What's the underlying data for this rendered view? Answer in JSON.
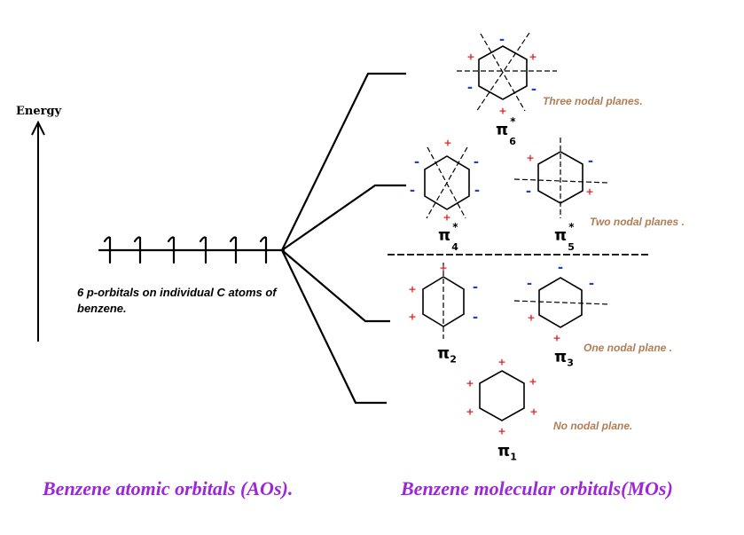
{
  "axis": {
    "energy_label": "Energy"
  },
  "atomic_orbitals": {
    "description": "6 p-orbitals on individual C atoms of benzene.",
    "count": 6
  },
  "molecular_orbitals": [
    {
      "id": "pi1",
      "symbol": "π",
      "subscript": "1",
      "star": false,
      "plus_count": 6,
      "minus_count": 0
    },
    {
      "id": "pi2",
      "symbol": "π",
      "subscript": "2",
      "star": false,
      "plus_count": 3,
      "minus_count": 2
    },
    {
      "id": "pi3",
      "symbol": "π",
      "subscript": "3",
      "star": false,
      "plus_count": 2,
      "minus_count": 3
    },
    {
      "id": "pi4",
      "symbol": "π",
      "subscript": "4",
      "star": true,
      "plus_count": 2,
      "minus_count": 4
    },
    {
      "id": "pi5",
      "symbol": "π",
      "subscript": "5",
      "star": true,
      "plus_count": 2,
      "minus_count": 2
    },
    {
      "id": "pi6",
      "symbol": "π",
      "subscript": "6",
      "star": true,
      "plus_count": 3,
      "minus_count": 3
    }
  ],
  "nodal_notes": {
    "zero": "No nodal plane.",
    "one": "One nodal plane .",
    "two": "Two nodal planes .",
    "three": "Three nodal planes."
  },
  "captions": {
    "left": "Benzene atomic orbitals (AOs).",
    "right": "Benzene molecular orbitals(MOs)"
  },
  "colors": {
    "plus": "#e02020",
    "minus": "#2040c0",
    "note": "#b07d55",
    "caption": "#9b27d9"
  },
  "symbols": {
    "plus": "+",
    "minus": "-",
    "star": "*"
  }
}
